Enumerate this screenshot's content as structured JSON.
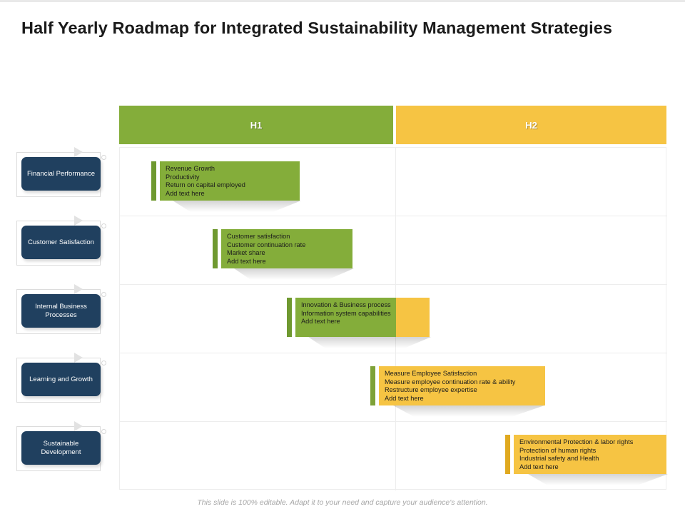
{
  "page": {
    "title": "Half Yearly Roadmap for Integrated Sustainability Management Strategies",
    "footer_note": "This slide is 100% editable. Adapt it to your need and capture your audience's attention."
  },
  "colors": {
    "green": "#84ad3a",
    "green_dark": "#6f9930",
    "yellow": "#f6c443",
    "yellow_dark": "#e0a91f",
    "navy": "#20405f",
    "grid_line": "#ededed"
  },
  "timeline": {
    "columns": [
      {
        "label": "H1",
        "color": "#84ad3a"
      },
      {
        "label": "H2",
        "color": "#f6c443"
      }
    ]
  },
  "sidebar": {
    "items": [
      {
        "label": "Financial Performance"
      },
      {
        "label": "Customer Satisfaction"
      },
      {
        "label": "Internal Business Processes"
      },
      {
        "label": "Learning and Growth"
      },
      {
        "label": "Sustainable Development"
      }
    ]
  },
  "rows": [
    {
      "perspective": "Financial Performance",
      "bar": {
        "lines": [
          "Revenue Growth",
          "Productivity",
          "Return on capital employed",
          "Add text here"
        ],
        "fill": "green",
        "stripe": "green-dark",
        "span": "H1"
      }
    },
    {
      "perspective": "Customer Satisfaction",
      "bar": {
        "lines": [
          "Customer satisfaction",
          "Customer continuation rate",
          "Market share",
          "Add text here"
        ],
        "fill": "green",
        "stripe": "green-dark",
        "span": "H1"
      }
    },
    {
      "perspective": "Internal Business Processes",
      "bar": {
        "lines": [
          "Innovation & Business process",
          "Information system capabilities",
          "Add text here"
        ],
        "fill": "green-to-yellow",
        "stripe": "green-dark",
        "span": "H1-H2"
      }
    },
    {
      "perspective": "Learning and Growth",
      "bar": {
        "lines": [
          "Measure Employee Satisfaction",
          "Measure employee continuation rate & ability",
          "Restructure employee expertise",
          "Add text here"
        ],
        "fill": "yellow",
        "stripe": "green-dark",
        "span": "H2"
      }
    },
    {
      "perspective": "Sustainable Development",
      "bar": {
        "lines": [
          "Environmental Protection & labor rights",
          "Protection of human rights",
          "Industrial safety and Health",
          "Add text here"
        ],
        "fill": "yellow",
        "stripe": "yellow-dark",
        "span": "H2"
      }
    }
  ]
}
